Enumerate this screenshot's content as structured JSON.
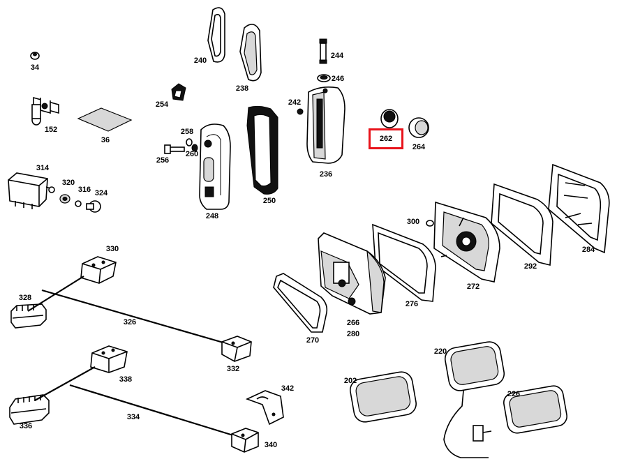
{
  "diagram": {
    "highlight_color": "#e8131b",
    "selected_part": "262",
    "parts": [
      {
        "id": "p34",
        "label": "34",
        "icon": "nut-icon"
      },
      {
        "id": "p152",
        "label": "152",
        "icon": "switch-icon"
      },
      {
        "id": "p36",
        "label": "36",
        "icon": "pad-icon"
      },
      {
        "id": "p314",
        "label": "314",
        "icon": "relay-icon"
      },
      {
        "id": "p320",
        "label": "320",
        "icon": "nut-icon"
      },
      {
        "id": "p316",
        "label": "316",
        "icon": "washer-icon"
      },
      {
        "id": "p324",
        "label": "324",
        "icon": "knob-icon"
      },
      {
        "id": "p240",
        "label": "240",
        "icon": "gasket-icon"
      },
      {
        "id": "p238",
        "label": "238",
        "icon": "lens-icon"
      },
      {
        "id": "p254",
        "label": "254",
        "icon": "clip-icon"
      },
      {
        "id": "p258",
        "label": "258",
        "icon": "washer-icon"
      },
      {
        "id": "p260",
        "label": "260",
        "icon": "nut-icon"
      },
      {
        "id": "p256",
        "label": "256",
        "icon": "screw-icon"
      },
      {
        "id": "p248",
        "label": "248",
        "icon": "lamp-housing-icon"
      },
      {
        "id": "p250",
        "label": "250",
        "icon": "lamp-frame-icon"
      },
      {
        "id": "p244",
        "label": "244",
        "icon": "bulb-icon"
      },
      {
        "id": "p246",
        "label": "246",
        "icon": "ring-icon"
      },
      {
        "id": "p242",
        "label": "242",
        "icon": "nut-icon"
      },
      {
        "id": "p236",
        "label": "236",
        "icon": "lamp-housing-icon"
      },
      {
        "id": "p262",
        "label": "262",
        "icon": "cap-icon"
      },
      {
        "id": "p264",
        "label": "264",
        "icon": "cap-icon"
      },
      {
        "id": "p300",
        "label": "300",
        "icon": "nut-icon"
      },
      {
        "id": "p266",
        "label": "266",
        "icon": "headlamp-housing-icon"
      },
      {
        "id": "p280",
        "label": "280",
        "icon": "headlamp-housing-icon"
      },
      {
        "id": "p270",
        "label": "270",
        "icon": "gasket-icon"
      },
      {
        "id": "p276",
        "label": "276",
        "icon": "trim-frame-icon"
      },
      {
        "id": "p272",
        "label": "272",
        "icon": "reflector-icon"
      },
      {
        "id": "p292",
        "label": "292",
        "icon": "trim-frame-icon"
      },
      {
        "id": "p284",
        "label": "284",
        "icon": "grille-frame-icon"
      },
      {
        "id": "p330",
        "label": "330",
        "icon": "connector-icon"
      },
      {
        "id": "p328",
        "label": "328",
        "icon": "connector-icon"
      },
      {
        "id": "p326",
        "label": "326",
        "icon": "cable-icon"
      },
      {
        "id": "p332",
        "label": "332",
        "icon": "connector-icon"
      },
      {
        "id": "p338",
        "label": "338",
        "icon": "connector-icon"
      },
      {
        "id": "p336",
        "label": "336",
        "icon": "connector-icon"
      },
      {
        "id": "p334",
        "label": "334",
        "icon": "cable-icon"
      },
      {
        "id": "p340",
        "label": "340",
        "icon": "connector-icon"
      },
      {
        "id": "p342",
        "label": "342",
        "icon": "bracket-icon"
      },
      {
        "id": "p220",
        "label": "220",
        "icon": "lamp-cover-icon"
      },
      {
        "id": "p202",
        "label": "202",
        "icon": "lamp-cover-icon"
      },
      {
        "id": "p226",
        "label": "226",
        "icon": "lamp-cover-icon"
      }
    ]
  }
}
